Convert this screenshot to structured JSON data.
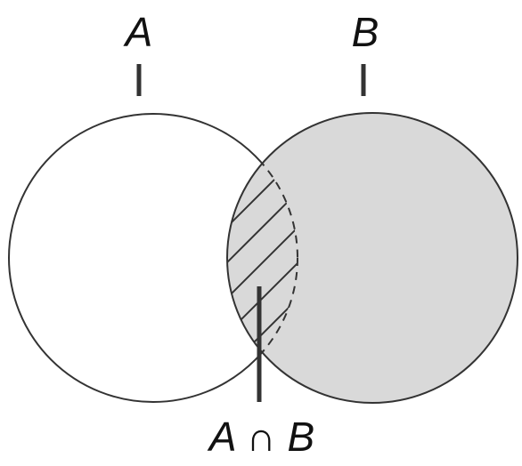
{
  "diagram": {
    "set_a_label": "A",
    "set_b_label": "B",
    "intersection_label": "A ∩ B",
    "colors": {
      "outline": "#333333",
      "set_b_fill": "#d9d9d9",
      "set_a_fill": "#ffffff",
      "background": "#ffffff"
    }
  }
}
